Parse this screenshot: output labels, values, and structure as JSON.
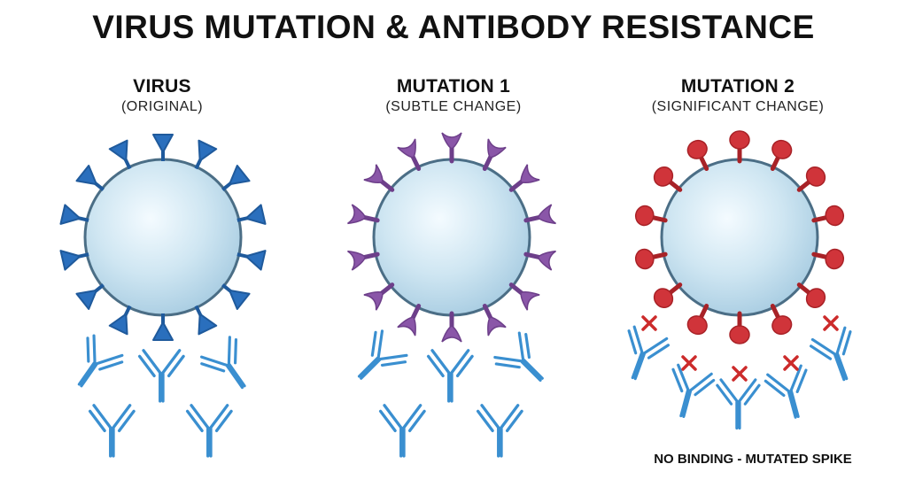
{
  "title": "VIRUS MUTATION & ANTIBODY RESISTANCE",
  "panels": [
    {
      "title": "VIRUS",
      "subtitle": "(ORIGINAL)",
      "spike_color": "#2a6fbd",
      "spike_shape": "triangle-spike",
      "binding": "bound"
    },
    {
      "title": "MUTATION 1",
      "subtitle": "(SUBTLE CHANGE)",
      "spike_color": "#8a56a8",
      "spike_shape": "y-shaped-spike",
      "binding": "bound"
    },
    {
      "title": "MUTATION 2",
      "subtitle": "(SIGNIFICANT CHANGE)",
      "spike_color": "#d0343a",
      "spike_shape": "knob-spike",
      "binding": "blocked"
    }
  ],
  "caption": "NO BINDING - MUTATED SPIKE",
  "colors": {
    "virion_fill": "#cfe6f2",
    "virion_outline": "#4b6e86",
    "antibody": "#3a8fd0",
    "block_mark": "#cc2b2b"
  }
}
